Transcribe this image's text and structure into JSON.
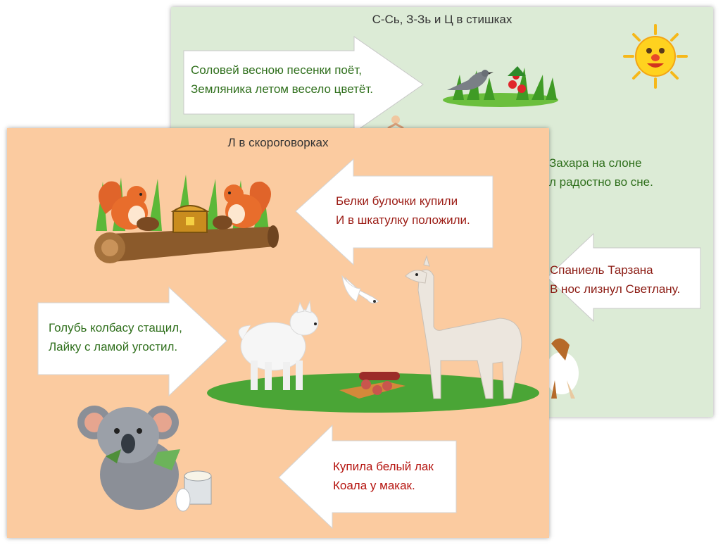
{
  "back_card": {
    "title": "С-Сь, З-Зь и Ц в стишках",
    "poems": [
      {
        "line1": "Соловей весною песенки поёт,",
        "line2": "Земляника летом весело цветёт."
      },
      {
        "line1": "Захара на слоне",
        "line2": "л радостно во сне."
      },
      {
        "line1": "Спаниель Тарзана",
        "line2": "В нос лизнул Светлану."
      }
    ],
    "colors": {
      "background": "#dcebd6",
      "text_green": "#2f6f1c",
      "text_red": "#8b1a12"
    }
  },
  "front_card": {
    "title": "Л в скороговорках",
    "poems": [
      {
        "line1": "Белки булочки купили",
        "line2": "И в шкатулку положили."
      },
      {
        "line1": "Голубь колбасу стащил,",
        "line2": "Лайку с ламой угостил."
      },
      {
        "line1": "Купила белый лак",
        "line2": "Коала у макак."
      }
    ],
    "colors": {
      "background": "#fbcba0",
      "text_green": "#2f6f1c",
      "text_red": "#b5140f"
    }
  },
  "icons": [
    "sun-icon",
    "nightingale-icon",
    "strawberry-icon",
    "squirrel-icon",
    "chest-icon",
    "log-icon",
    "dove-icon",
    "laika-dog-icon",
    "llama-icon",
    "sausage-icon",
    "koala-icon",
    "paint-can-icon",
    "elephant-rider-icon",
    "spaniel-icon"
  ]
}
